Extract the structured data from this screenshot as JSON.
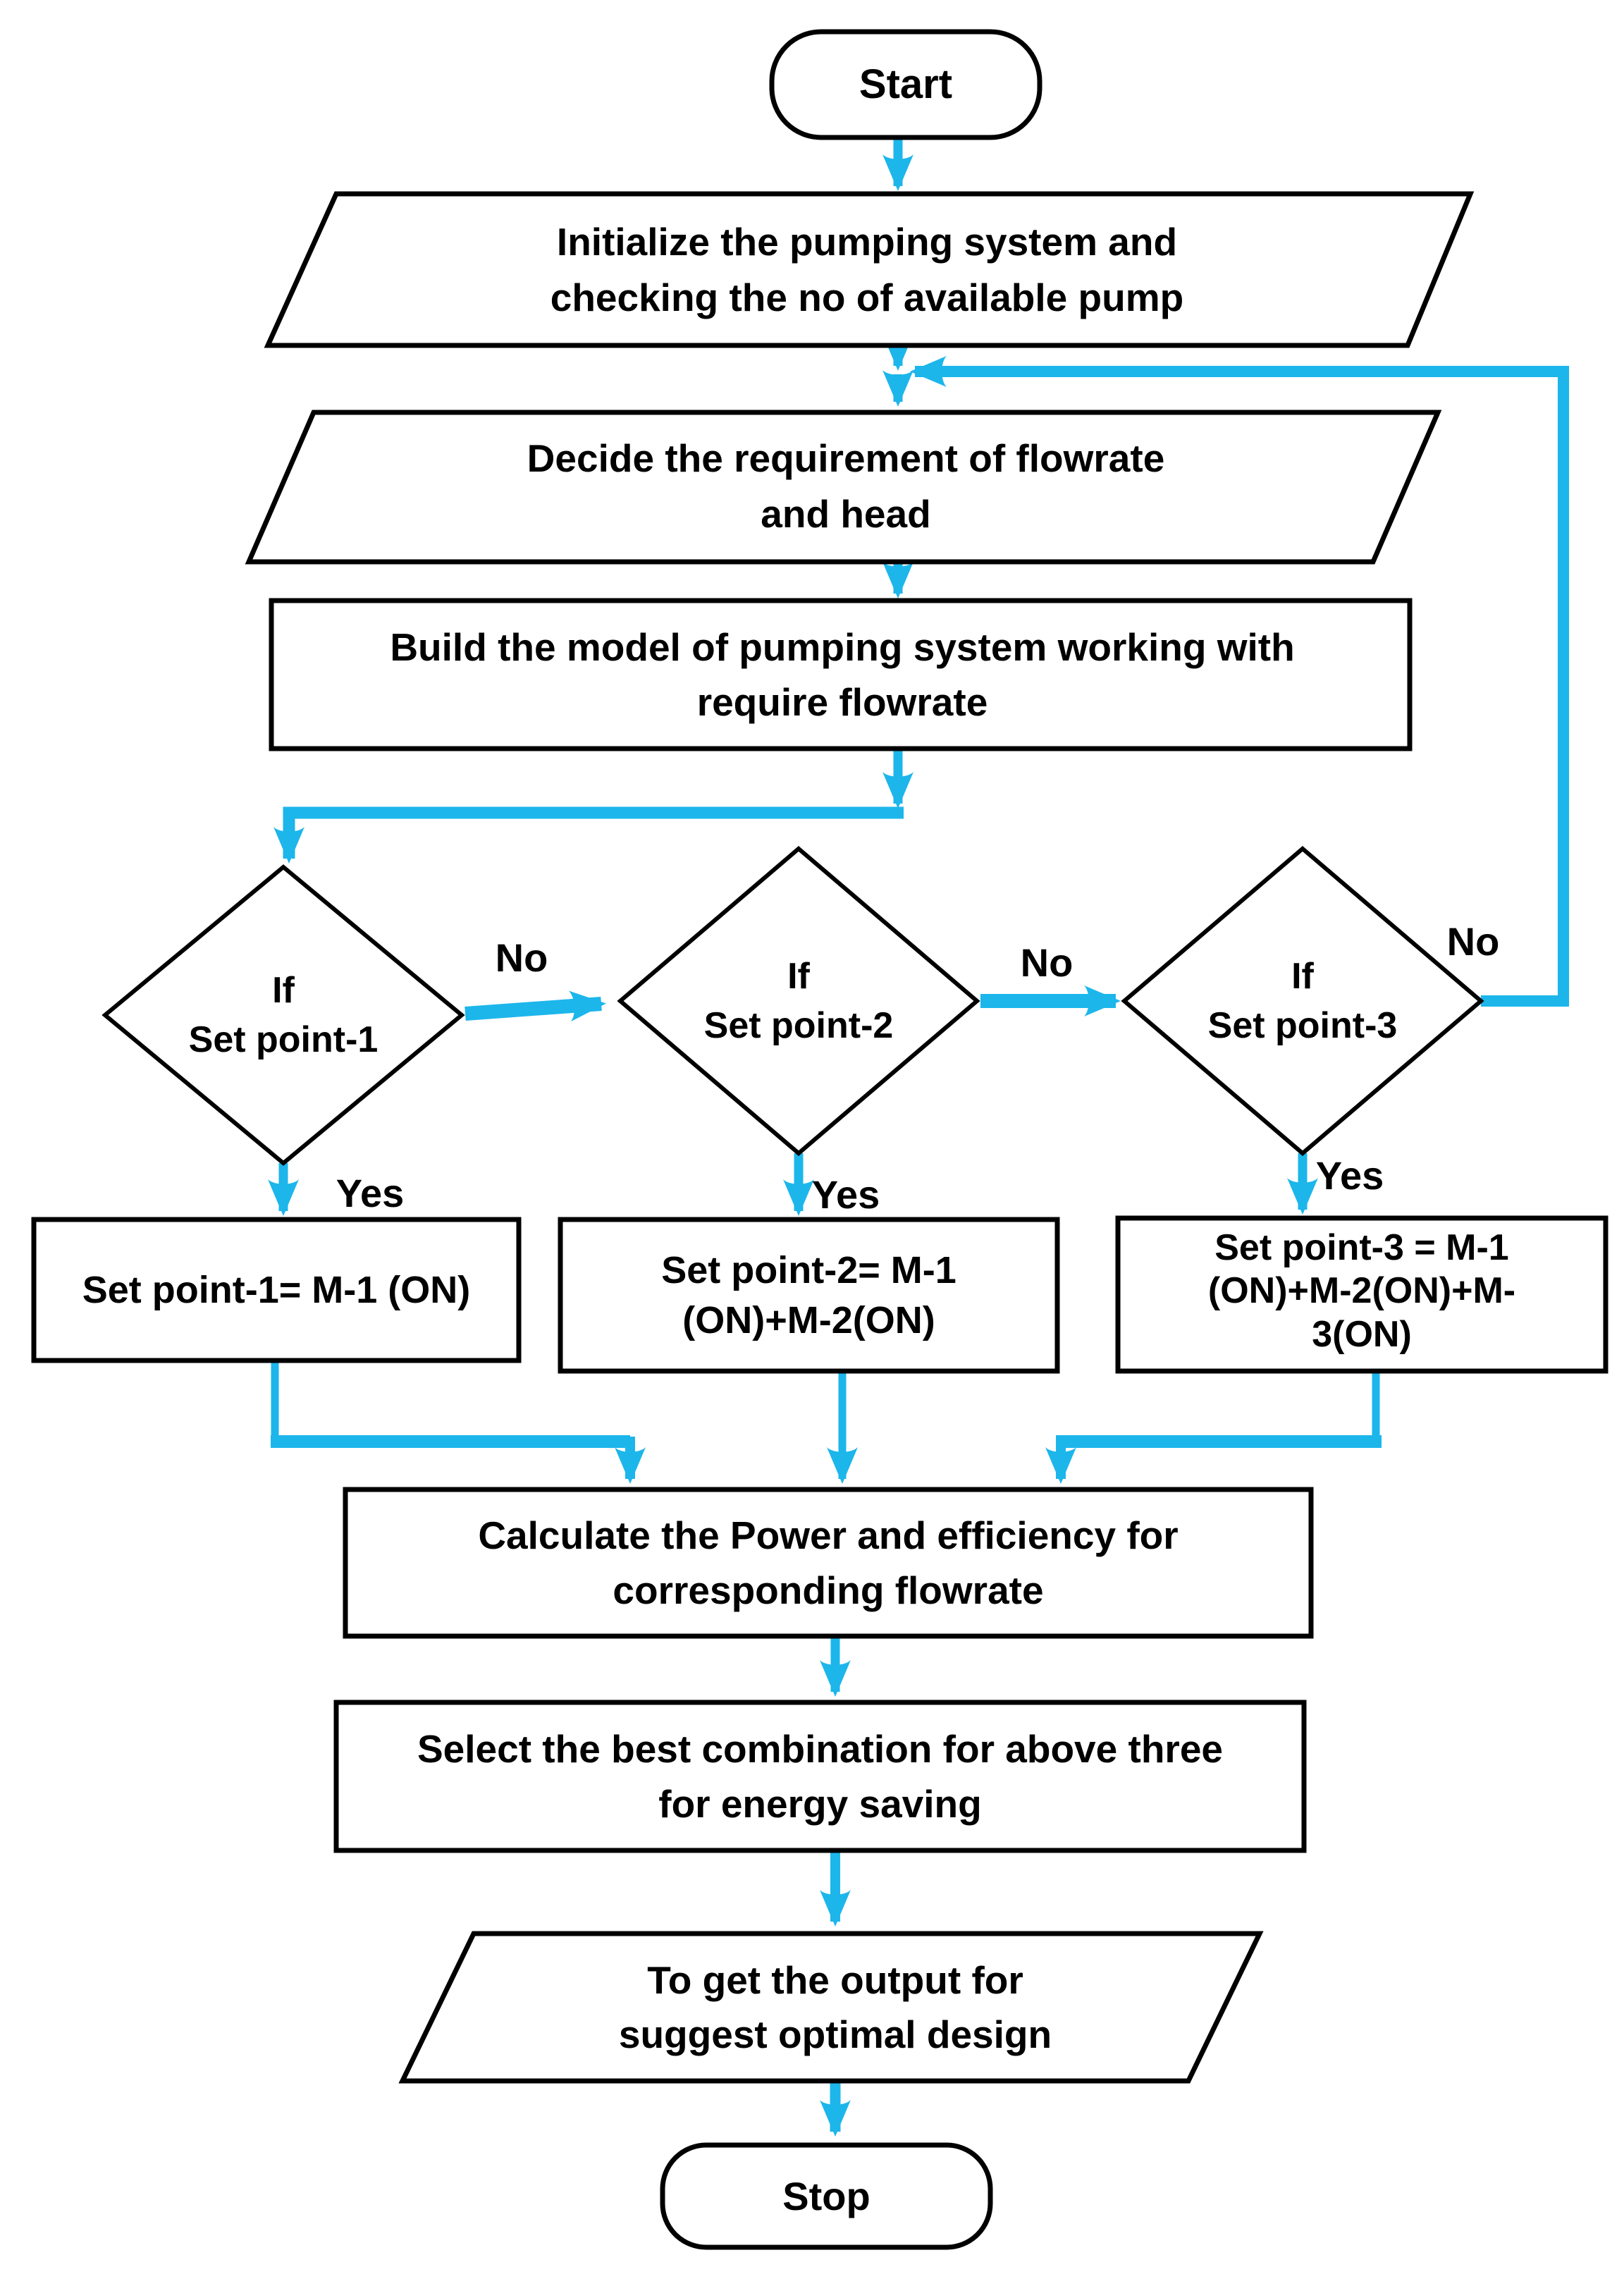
{
  "flowchart": {
    "nodes": {
      "start": {
        "label": "Start",
        "type": "terminator"
      },
      "init": {
        "label": "Initialize the pumping system and\nchecking the no of available pump",
        "type": "io"
      },
      "decide": {
        "label": "Decide the requirement of flowrate\nand head",
        "type": "io"
      },
      "build": {
        "label": "Build the model of pumping system working with\nrequire flowrate",
        "type": "process"
      },
      "check_setpoint1": {
        "label": "If\nSet point-1",
        "type": "decision"
      },
      "check_setpoint2": {
        "label": "If\nSet point-2",
        "type": "decision"
      },
      "check_setpoint3": {
        "label": "If\nSet point-3",
        "type": "decision"
      },
      "action_setpoint1": {
        "label": "Set point-1= M-1 (ON)",
        "type": "process"
      },
      "action_setpoint2": {
        "label": "Set point-2= M-1\n(ON)+M-2(ON)",
        "type": "process"
      },
      "action_setpoint3": {
        "label": "Set point-3 = M-1\n(ON)+M-2(ON)+M-\n3(ON)",
        "type": "process"
      },
      "calculate": {
        "label": "Calculate the Power and efficiency for\ncorresponding flowrate",
        "type": "process"
      },
      "select": {
        "label": "Select the best combination for above three\nfor energy saving",
        "type": "process"
      },
      "output": {
        "label": "To get the output for\nsuggest optimal design",
        "type": "io"
      },
      "stop": {
        "label": "Stop",
        "type": "terminator"
      }
    },
    "edge_labels": {
      "no1": "No",
      "no2": "No",
      "no3": "No",
      "yes1": "Yes",
      "yes2": "Yes",
      "yes3": "Yes"
    },
    "colors": {
      "arrow": "#1cb6eb",
      "outline": "#000000",
      "background": "#ffffff"
    }
  }
}
